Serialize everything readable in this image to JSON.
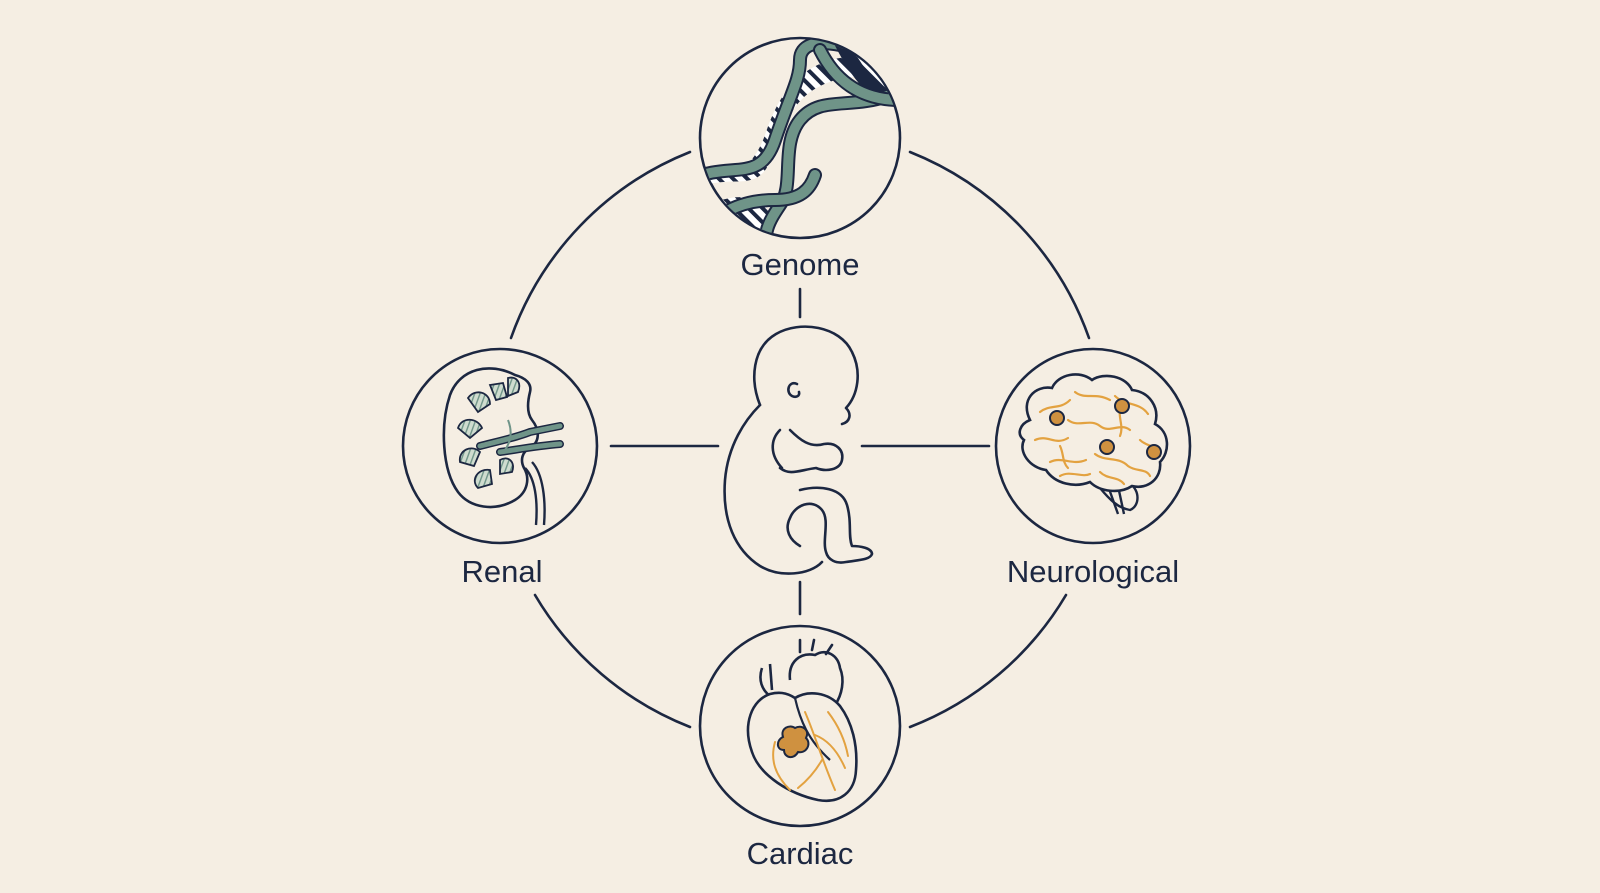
{
  "nodes": {
    "genome": {
      "label": "Genome",
      "icon": "dna-icon"
    },
    "renal": {
      "label": "Renal",
      "icon": "kidney-icon"
    },
    "neurological": {
      "label": "Neurological",
      "icon": "brain-icon"
    },
    "cardiac": {
      "label": "Cardiac",
      "icon": "heart-icon"
    }
  },
  "center": {
    "icon": "fetus-icon"
  },
  "colors": {
    "background": "#f5eee3",
    "outline": "#1c2741",
    "dna_green": "#6f9488",
    "kidney_green": "#cfdccf",
    "accent_orange": "#e3a240",
    "lesion_orange": "#cf9140"
  }
}
